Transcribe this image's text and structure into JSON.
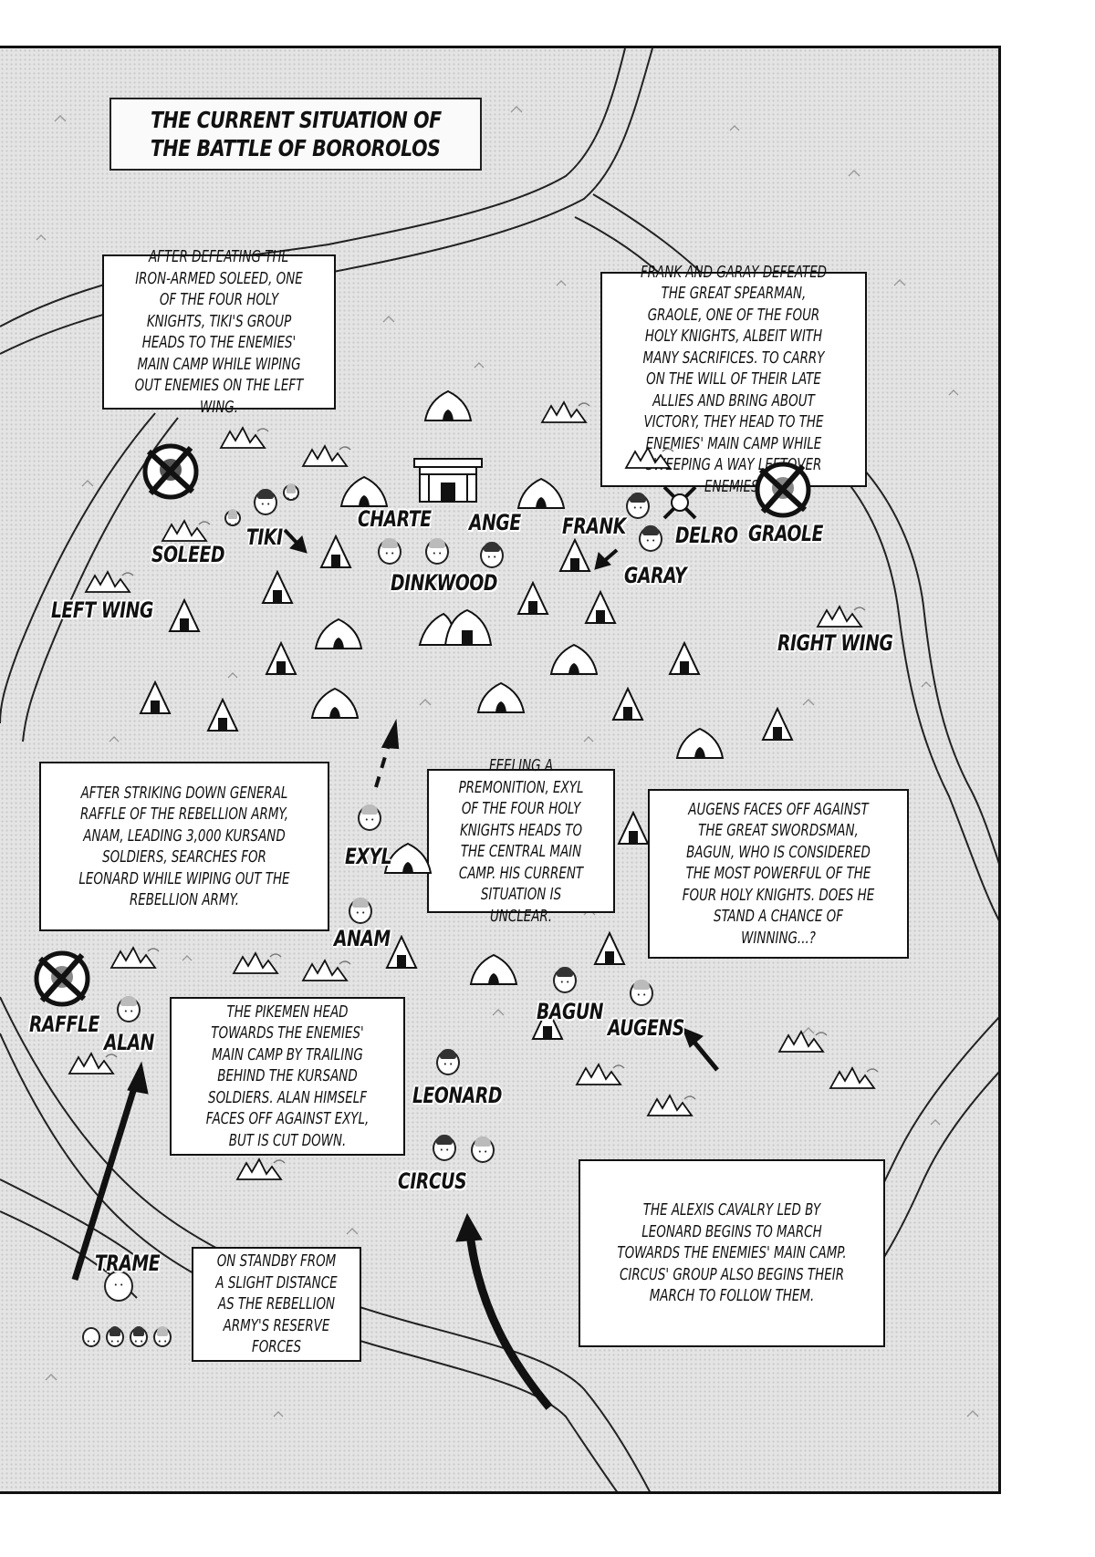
{
  "title": {
    "line1": "THE CURRENT SITUATION OF",
    "line2": "THE BATTLE OF BOROROLOS"
  },
  "captions": {
    "tiki_group": "After defeating the Iron-Armed Soleed, one of the Four Holy Knights, Tiki's group heads to the enemies' main camp while wiping out enemies on the left wing.",
    "frank_garay": "Frank and Garay defeated the Great Spearman, Graole, one of the Four Holy Knights, albeit with many sacrifices. To carry on the will of their late allies and bring about victory, they head to the enemies' main camp while sweeping a way leftover enemies.",
    "anam": "After striking down General Raffle of the rebellion army, Anam, leading 3,000 Kursand soldiers, searches for Leonard while wiping out the rebellion army.",
    "exyl": "Feeling a premonition, Exyl of the Four Holy Knights heads to the central main camp. His current situation is unclear.",
    "augens": "Augens faces off against the Great Swordsman, Bagun, who is considered the most powerful of the Four Holy Knights. Does he stand a chance of winning...?",
    "pikemen": "The pikemen head towards the enemies' main camp by trailing behind the Kursand soldiers. Alan himself faces off against Exyl, but is cut down.",
    "alexis": "The Alexis Cavalry led by Leonard begins to march towards the enemies' main camp. Circus' group also begins their march to follow them.",
    "trame": "On standby from a slight distance as the rebellion army's reserve forces"
  },
  "labels": {
    "charte": "CHARTE",
    "ange": "ANGE",
    "dinkwood": "DINKWOOD",
    "frank": "FRANK",
    "delro": "DELRO",
    "graole": "GRAOLE",
    "garay": "GARAY",
    "tiki": "TIKI",
    "soleed": "SOLEED",
    "left_wing": "LEFT WING",
    "right_wing": "RIGHT WING",
    "exyl": "EXYL",
    "anam": "ANAM",
    "raffle": "RAFFLE",
    "alan": "ALAN",
    "bagun": "BAGUN",
    "augens": "AUGENS",
    "leonard": "LEONARD",
    "circus": "CIRCUS",
    "trame": "TRAME"
  },
  "icons": [
    "tent-icon",
    "main-camp-icon",
    "ruin-icon",
    "crossed-out-portrait-icon",
    "character-face-icon",
    "arrow-icon"
  ],
  "colors": {
    "ink": "#111111",
    "ground": "#e4e4e4",
    "paper": "#ffffff"
  }
}
